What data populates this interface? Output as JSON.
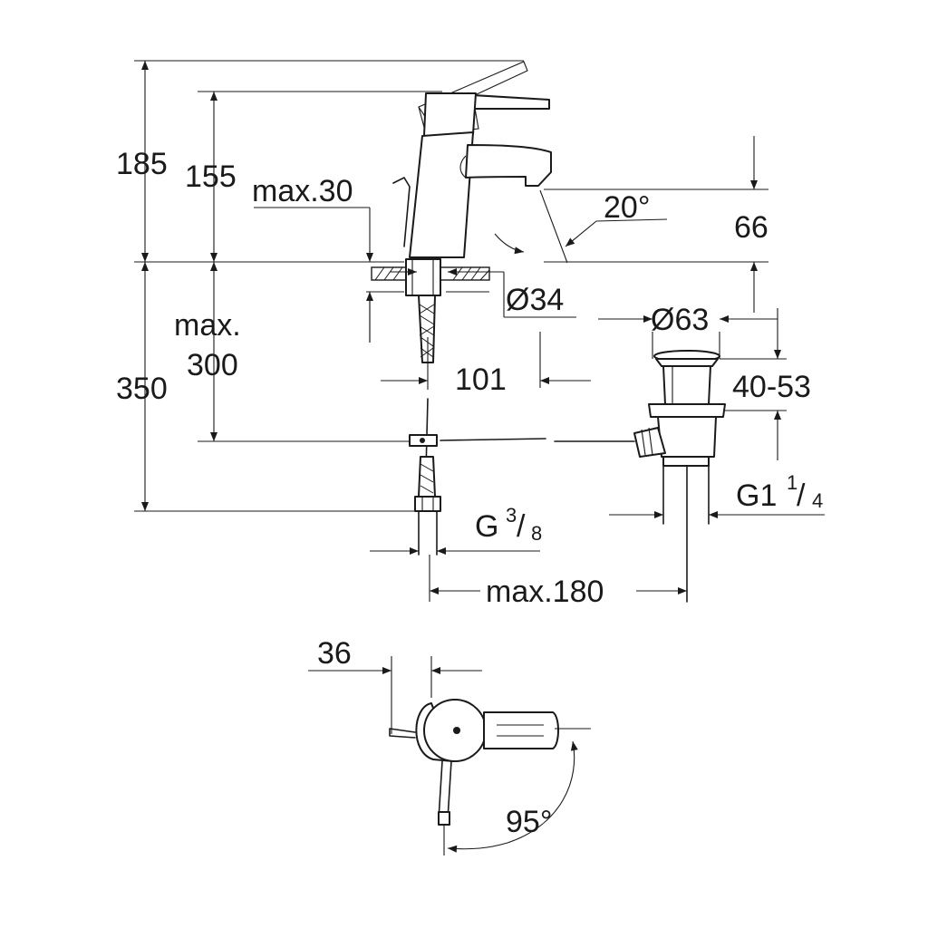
{
  "dimensions": {
    "h185": "185",
    "h155": "155",
    "max30": "max.30",
    "angle20": "20°",
    "h66": "66",
    "d34": "Ø34",
    "d63": "Ø63",
    "max300_a": "max.",
    "max300_b": "300",
    "h350": "350",
    "w101": "101",
    "r4053": "40-53",
    "g114_main": "G1",
    "g114_num": "1",
    "g114_den": "4",
    "g38_main": "G",
    "g38_num": "3",
    "g38_den": "8",
    "max180": "max.180",
    "w36": "36",
    "angle95": "95°"
  }
}
